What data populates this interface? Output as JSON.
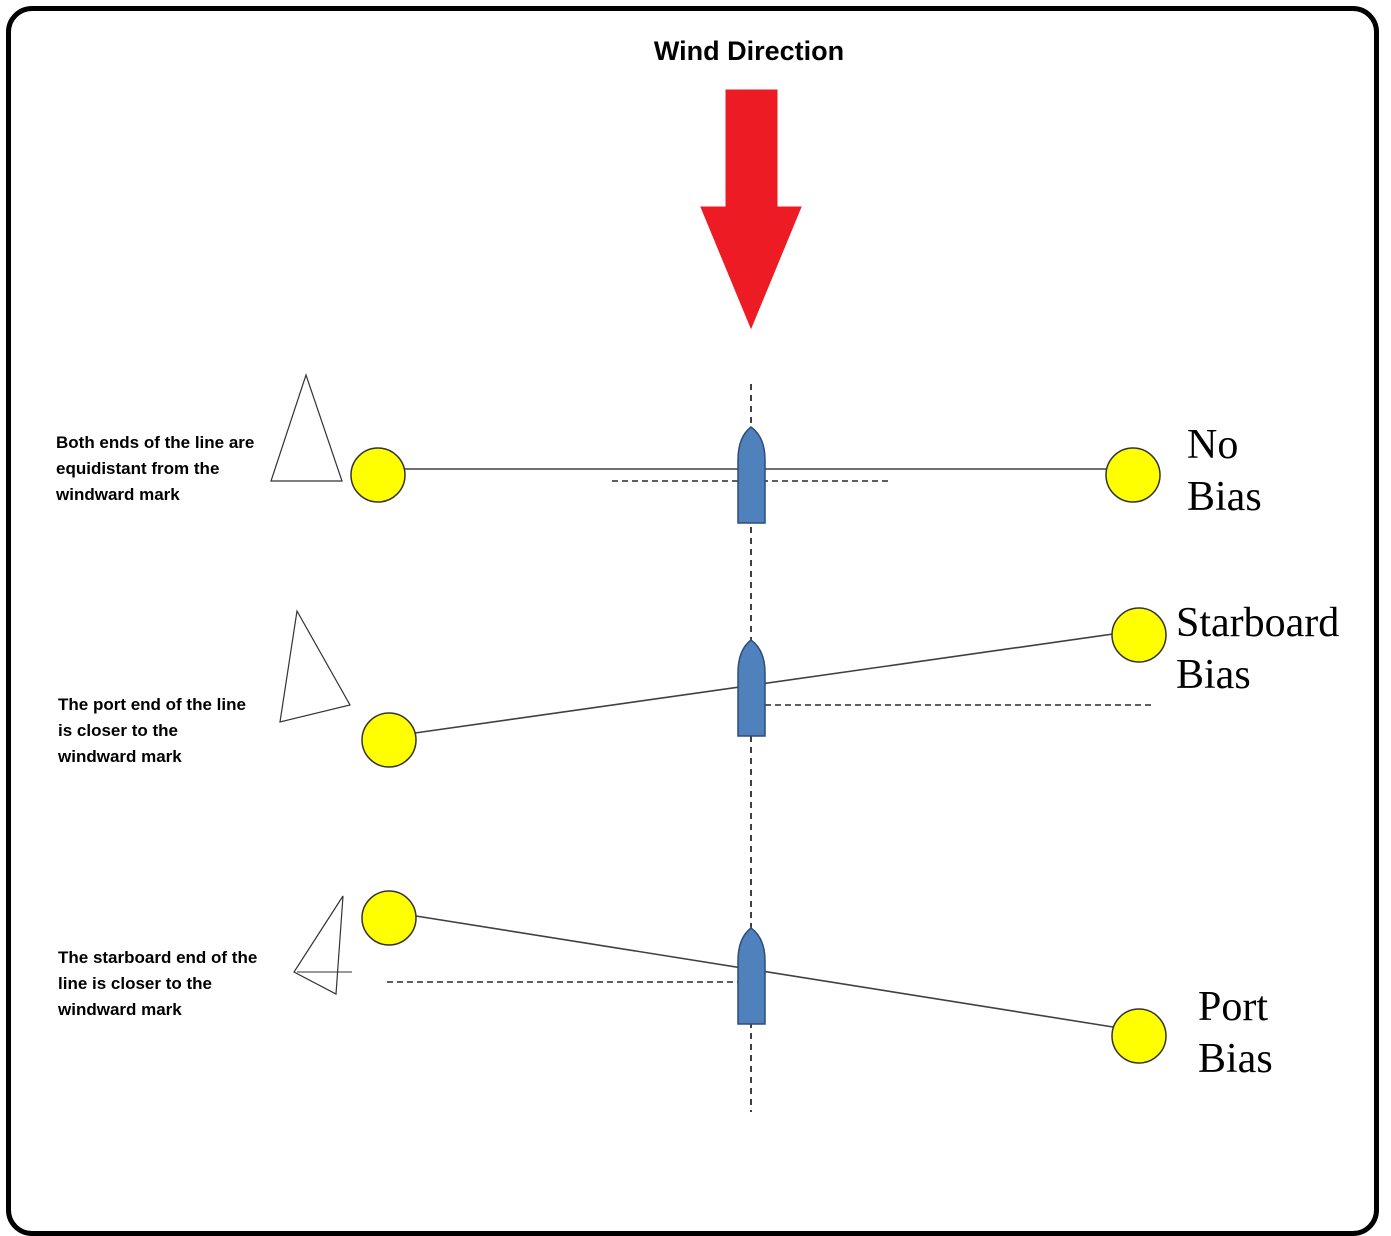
{
  "title": "Wind Direction",
  "colors": {
    "arrow": "#ED1C24",
    "buoy": "#FFFF00",
    "boat": "#4F81BD",
    "boat_outline": "#2E4C7A",
    "line": "#404040"
  },
  "scenarios": [
    {
      "description": [
        "Both ends of the line are",
        "equidistant from the",
        "windward mark"
      ],
      "bias": [
        "No",
        "Bias"
      ]
    },
    {
      "description": [
        "The port end of the line",
        "is closer to the",
        "windward mark"
      ],
      "bias": [
        "Starboard",
        "Bias"
      ]
    },
    {
      "description": [
        "The starboard end of the",
        "line is closer to the",
        "windward mark"
      ],
      "bias": [
        "Port",
        "Bias"
      ]
    }
  ]
}
